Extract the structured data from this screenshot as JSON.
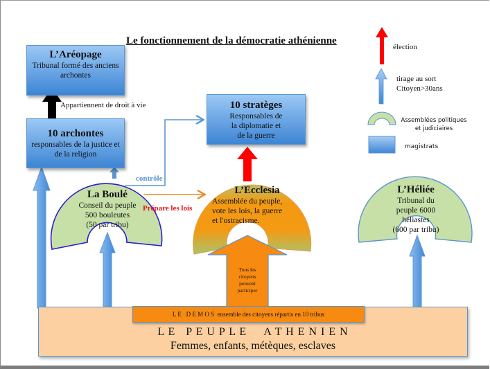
{
  "title": "Le fonctionnement de la démocratie athénienne",
  "colors": {
    "magistrate_blue": "#4a90d9",
    "election_red": "#ff0000",
    "assembly_green": "#c6e0a8",
    "ecclesia_orange": "#f4920f",
    "demos_orange": "#f78a10",
    "people_peach": "#fcd0a0",
    "control_line": "#5b95d0",
    "prepare_text": "#e8141c"
  },
  "legend": {
    "election": "élection",
    "tirage_line1": "tirage au sort",
    "tirage_line2": "Citoyen>30ans",
    "assemblies_line1": "Assemblées politiques",
    "assemblies_line2": "et judiciaires",
    "magistrates": "magistrats"
  },
  "areopage": {
    "title": "L’Aréopage",
    "line1": "Tribunal formé des anciens",
    "line2": "archontes"
  },
  "archontes": {
    "title": "10 archontes",
    "line1": "responsables de la justice et",
    "line2": "de la religion"
  },
  "strateges": {
    "title": "10 stratèges",
    "line1": "Responsables de",
    "line2": "la diplomatie et",
    "line3": "de la guerre"
  },
  "arrows": {
    "archontes_to_areopage": "Appartiennent de droit à vie",
    "control": "contrôle",
    "prepare": "Prépare les lois",
    "all_citizens_line1": "Tous les",
    "all_citizens_line2": "citoyens",
    "all_citizens_line3": "peuvent",
    "all_citizens_line4": "participer"
  },
  "boule": {
    "title": "La Boulé",
    "line1": "Conseil du peuple",
    "line2": "500 bouleutes",
    "line3": "(50 par tribu)"
  },
  "ecclesia": {
    "title": "L’Ecclesia",
    "line1": "Assemblée du peuple,",
    "line2": "vote les lois, la guerre",
    "line3": "et l'ostracisme."
  },
  "heliee": {
    "title": "L’Héliée",
    "line1": "Tribunal du",
    "line2": "peuple 6000",
    "line3": "héliastes",
    "line4": "(600 par tribu)"
  },
  "demos": {
    "label": "L E   D E M O S",
    "desc": "ensemble des citoyens répartis en 10 tribus"
  },
  "people": {
    "title": "L E   P E U P L E     A T H E N I E N",
    "desc": "Femmes, enfants, métèques, esclaves"
  }
}
